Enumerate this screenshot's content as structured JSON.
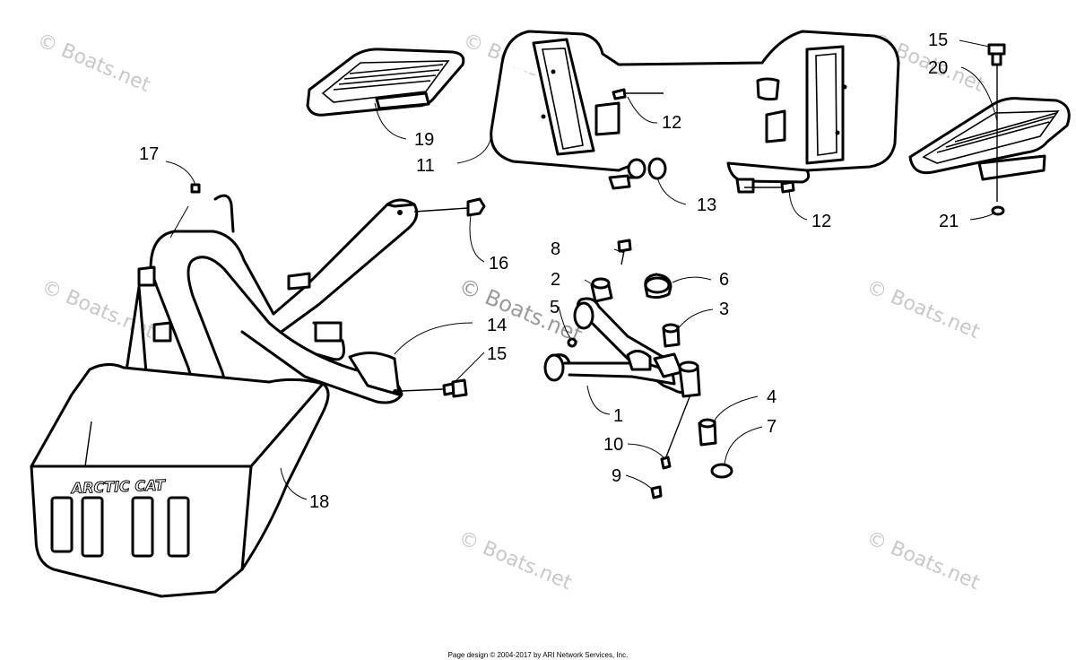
{
  "watermarks": [
    "© Boats.net",
    "© Boats.net",
    "© Boats.net",
    "© Boats.net",
    "© Boats.net",
    "© Boats.net",
    "© Boats.net",
    "© Boats.net"
  ],
  "logo_text": "ARCTIC CAT",
  "callouts": {
    "c1": "1",
    "c2": "2",
    "c3": "3",
    "c4": "4",
    "c5": "5",
    "c6": "6",
    "c7": "7",
    "c8": "8",
    "c9": "9",
    "c10": "10",
    "c11": "11",
    "c12a": "12",
    "c12b": "12",
    "c13": "13",
    "c14": "14",
    "c15a": "15",
    "c15b": "15",
    "c16": "16",
    "c17": "17",
    "c18": "18",
    "c19": "19",
    "c20": "20",
    "c21": "21"
  },
  "footer": "Page design © 2004-2017 by ARI Network Services, Inc."
}
